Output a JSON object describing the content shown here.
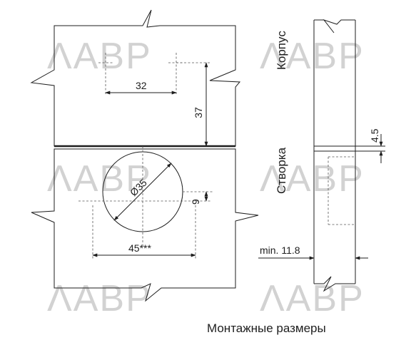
{
  "watermark": "ΛАВР",
  "caption": "Монтажные размеры",
  "labels": {
    "korpus": "Корпус",
    "stvorka": "Створка"
  },
  "dimensions": {
    "hole_spacing": "32",
    "hole_offset": "37",
    "cup_diameter": "Ø35",
    "cup_offset": "9",
    "screw_spacing": "45***",
    "gap": "4.5",
    "min_thickness": "min. 11.8"
  }
}
